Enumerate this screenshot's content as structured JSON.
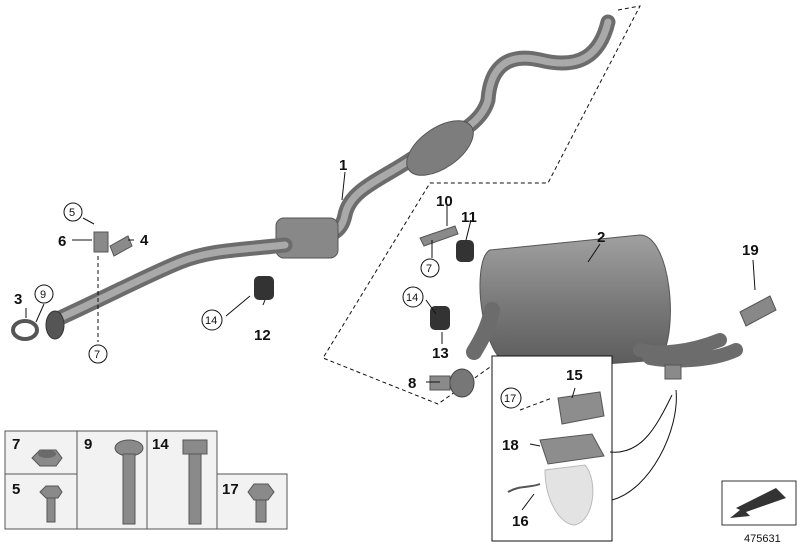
{
  "diagram_id": "475631",
  "parts": {
    "p1": "1",
    "p2": "2",
    "p3": "3",
    "p4": "4",
    "p5": "5",
    "p6": "6",
    "p7": "7",
    "p8": "8",
    "p9": "9",
    "p10": "10",
    "p11": "11",
    "p12": "12",
    "p13": "13",
    "p14": "14",
    "p15": "15",
    "p16": "16",
    "p17": "17",
    "p18": "18",
    "p19": "19"
  },
  "hardware_table": {
    "cells": [
      "7",
      "9",
      "14",
      "5",
      "17"
    ]
  },
  "colors": {
    "pipe_dark": "#6c6c6c",
    "pipe_light": "#a9a9a9",
    "part_gray": "#8a8a8a",
    "table_bg": "#f2f2f2"
  }
}
